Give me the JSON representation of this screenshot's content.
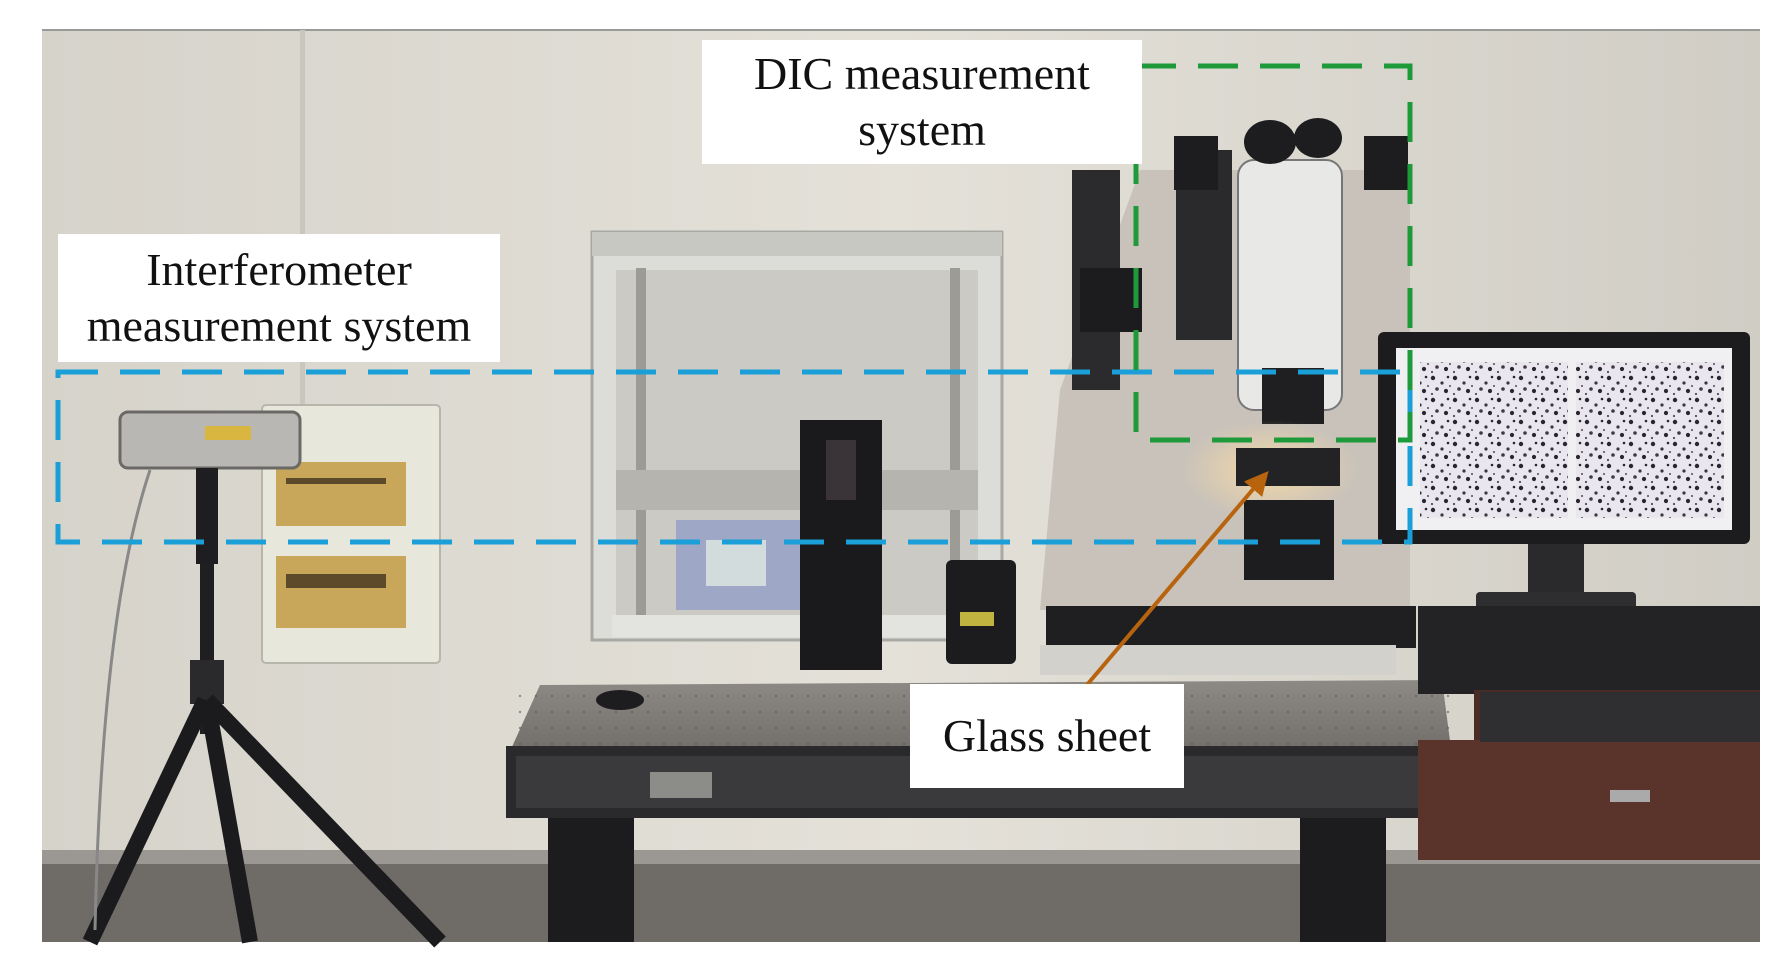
{
  "labels": {
    "interferometer": {
      "line1": "Interferometer",
      "line2": "measurement system",
      "box_color": "#1a9fd8"
    },
    "dic": {
      "line1": "DIC measurement",
      "line2": "system",
      "box_color": "#1e9a3a"
    },
    "glass": {
      "text": "Glass sheet",
      "arrow_color": "#b8640f"
    }
  }
}
